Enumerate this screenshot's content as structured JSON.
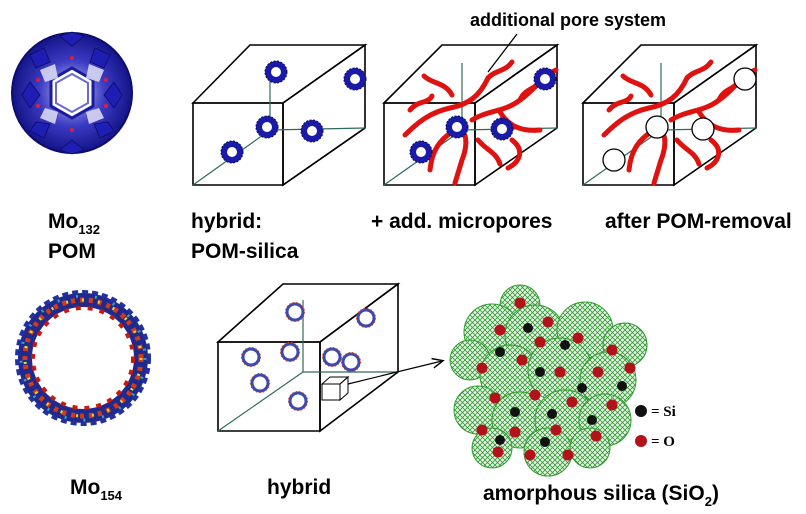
{
  "top_row": {
    "callout": "additional pore system",
    "mo132_prefix": "Mo",
    "mo132_sub": "132",
    "mo132_name": "POM",
    "hybrid_line1": "hybrid:",
    "hybrid_line2": "POM-silica",
    "micropores": "+ add. micropores",
    "after_removal": "after POM-removal"
  },
  "bottom_row": {
    "mo154_prefix": "Mo",
    "mo154_sub": "154",
    "hybrid": "hybrid",
    "silica_prefix": "amorphous silica (SiO",
    "silica_sub": "2",
    "silica_suffix": ")"
  },
  "legend": {
    "si_label": "= Si",
    "o_label": "= O"
  },
  "colors": {
    "pom_blue": "#1a1aa8",
    "pore_red": "#e0120f",
    "mesh_green": "#2f9a2f",
    "oxygen_red": "#b3121a",
    "silicon_black": "#111111",
    "ring_blue": "#3a4ab0",
    "ring_red": "#d23a1a"
  },
  "icons": [
    "mo132-keplerate-icon",
    "mo154-wheel-icon",
    "arrow-icon"
  ]
}
